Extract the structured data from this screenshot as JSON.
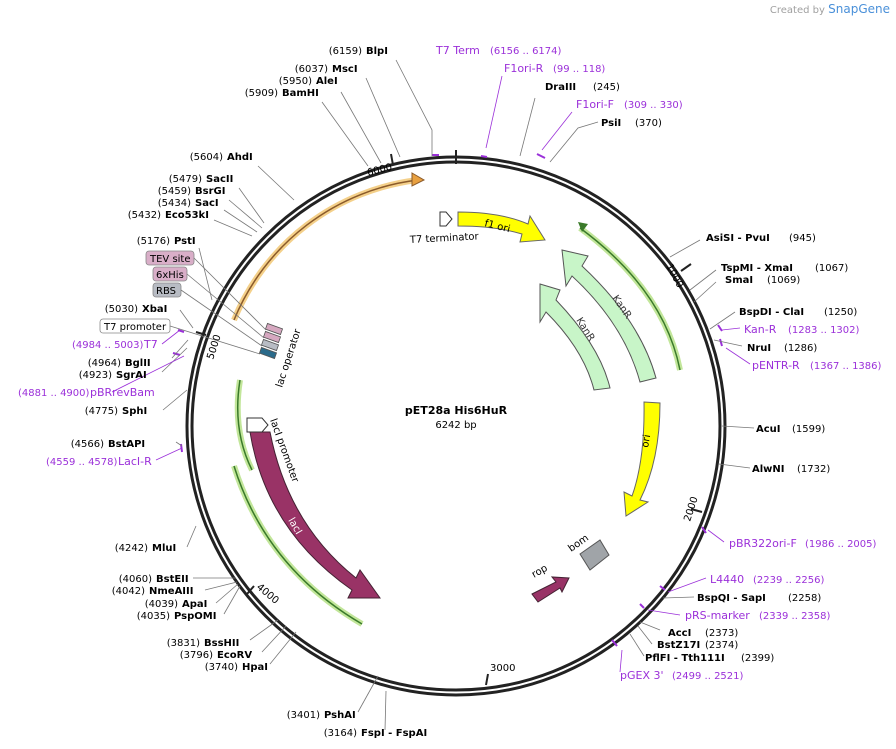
{
  "branding": {
    "prefix": "Created by",
    "name": "SnapGene"
  },
  "plasmid": {
    "name": "pET28a His6HuR",
    "size_label": "6242 bp",
    "length": 6242
  },
  "ticks": [
    "1000",
    "2000",
    "3000",
    "4000",
    "5000",
    "6000"
  ],
  "features": [
    {
      "name": "T7 terminator",
      "type": "terminator"
    },
    {
      "name": "f1 ori",
      "type": "rep_origin"
    },
    {
      "name": "KanR",
      "type": "cds"
    },
    {
      "name": "KanR",
      "type": "promoter"
    },
    {
      "name": "ori",
      "type": "rep_origin"
    },
    {
      "name": "bom",
      "type": "misc"
    },
    {
      "name": "rop",
      "type": "cds"
    },
    {
      "name": "lacI",
      "type": "cds"
    },
    {
      "name": "lacI promoter",
      "type": "promoter"
    },
    {
      "name": "lac operator",
      "type": "protein_bind"
    },
    {
      "name": "TEV site",
      "type": "tag"
    },
    {
      "name": "6xHis",
      "type": "tag"
    },
    {
      "name": "RBS",
      "type": "rbs"
    },
    {
      "name": "T7 promoter",
      "type": "promoter"
    }
  ],
  "enzymes": [
    {
      "name": "BlpI",
      "pos": "(6159)"
    },
    {
      "name": "MscI",
      "pos": "(6037)"
    },
    {
      "name": "AleI",
      "pos": "(5950)"
    },
    {
      "name": "BamHI",
      "pos": "(5909)"
    },
    {
      "name": "AhdI",
      "pos": "(5604)"
    },
    {
      "name": "SacII",
      "pos": "(5479)"
    },
    {
      "name": "BsrGI",
      "pos": "(5459)"
    },
    {
      "name": "SacI",
      "pos": "(5434)"
    },
    {
      "name": "Eco53kI",
      "pos": "(5432)"
    },
    {
      "name": "PstI",
      "pos": "(5176)"
    },
    {
      "name": "XbaI",
      "pos": "(5030)"
    },
    {
      "name": "BglII",
      "pos": "(4964)"
    },
    {
      "name": "SgrAI",
      "pos": "(4923)"
    },
    {
      "name": "SphI",
      "pos": "(4775)"
    },
    {
      "name": "BstAPI",
      "pos": "(4566)"
    },
    {
      "name": "MluI",
      "pos": "(4242)"
    },
    {
      "name": "BstEII",
      "pos": "(4060)"
    },
    {
      "name": "NmeAIII",
      "pos": "(4042)"
    },
    {
      "name": "ApaI",
      "pos": "(4039)"
    },
    {
      "name": "PspOMI",
      "pos": "(4035)"
    },
    {
      "name": "BssHII",
      "pos": "(3831)"
    },
    {
      "name": "EcoRV",
      "pos": "(3796)"
    },
    {
      "name": "HpaI",
      "pos": "(3740)"
    },
    {
      "name": "PshAI",
      "pos": "(3401)"
    },
    {
      "name": "FspI - FspAI",
      "pos": "(3164)"
    },
    {
      "name": "DraIII",
      "pos": "(245)"
    },
    {
      "name": "PsiI",
      "pos": "(370)"
    },
    {
      "name": "AsiSI - PvuI",
      "pos": "(945)"
    },
    {
      "name": "TspMI - XmaI",
      "pos": "(1067)"
    },
    {
      "name": "SmaI",
      "pos": "(1069)"
    },
    {
      "name": "BspDI - ClaI",
      "pos": "(1250)"
    },
    {
      "name": "NruI",
      "pos": "(1286)"
    },
    {
      "name": "AcuI",
      "pos": "(1599)"
    },
    {
      "name": "AlwNI",
      "pos": "(1732)"
    },
    {
      "name": "BspQI - SapI",
      "pos": "(2258)"
    },
    {
      "name": "AccI",
      "pos": "(2373)"
    },
    {
      "name": "BstZ17I",
      "pos": "(2374)"
    },
    {
      "name": "PflFI - Tth111I",
      "pos": "(2399)"
    }
  ],
  "primers": [
    {
      "name": "T7 Term",
      "range": "(6156 .. 6174)"
    },
    {
      "name": "F1ori-R",
      "range": "(99 .. 118)"
    },
    {
      "name": "F1ori-F",
      "range": "(309 .. 330)"
    },
    {
      "name": "Kan-R",
      "range": "(1283 .. 1302)"
    },
    {
      "name": "pENTR-R",
      "range": "(1367 .. 1386)"
    },
    {
      "name": "pBR322ori-F",
      "range": "(1986 .. 2005)"
    },
    {
      "name": "L4440",
      "range": "(2239 .. 2256)"
    },
    {
      "name": "pRS-marker",
      "range": "(2339 .. 2358)"
    },
    {
      "name": "pGEX 3'",
      "range": "(2499 .. 2521)"
    },
    {
      "name": "T7",
      "range": "(4984 .. 5003)"
    },
    {
      "name": "pBRrevBam",
      "range": "(4881 .. 4900)"
    },
    {
      "name": "LacI-R",
      "range": "(4559 .. 4578)"
    }
  ],
  "colors": {
    "backbone": "#222222",
    "enzyme_text": "#000000",
    "primer": "#9b30d9",
    "f1ori": "#ffff00",
    "kanr": "#c8f5c8",
    "laci": "#993366",
    "bom": "#a0a4a8",
    "lacI_promoter_outline": "#86c34d",
    "orange_track": "#f4b860"
  }
}
